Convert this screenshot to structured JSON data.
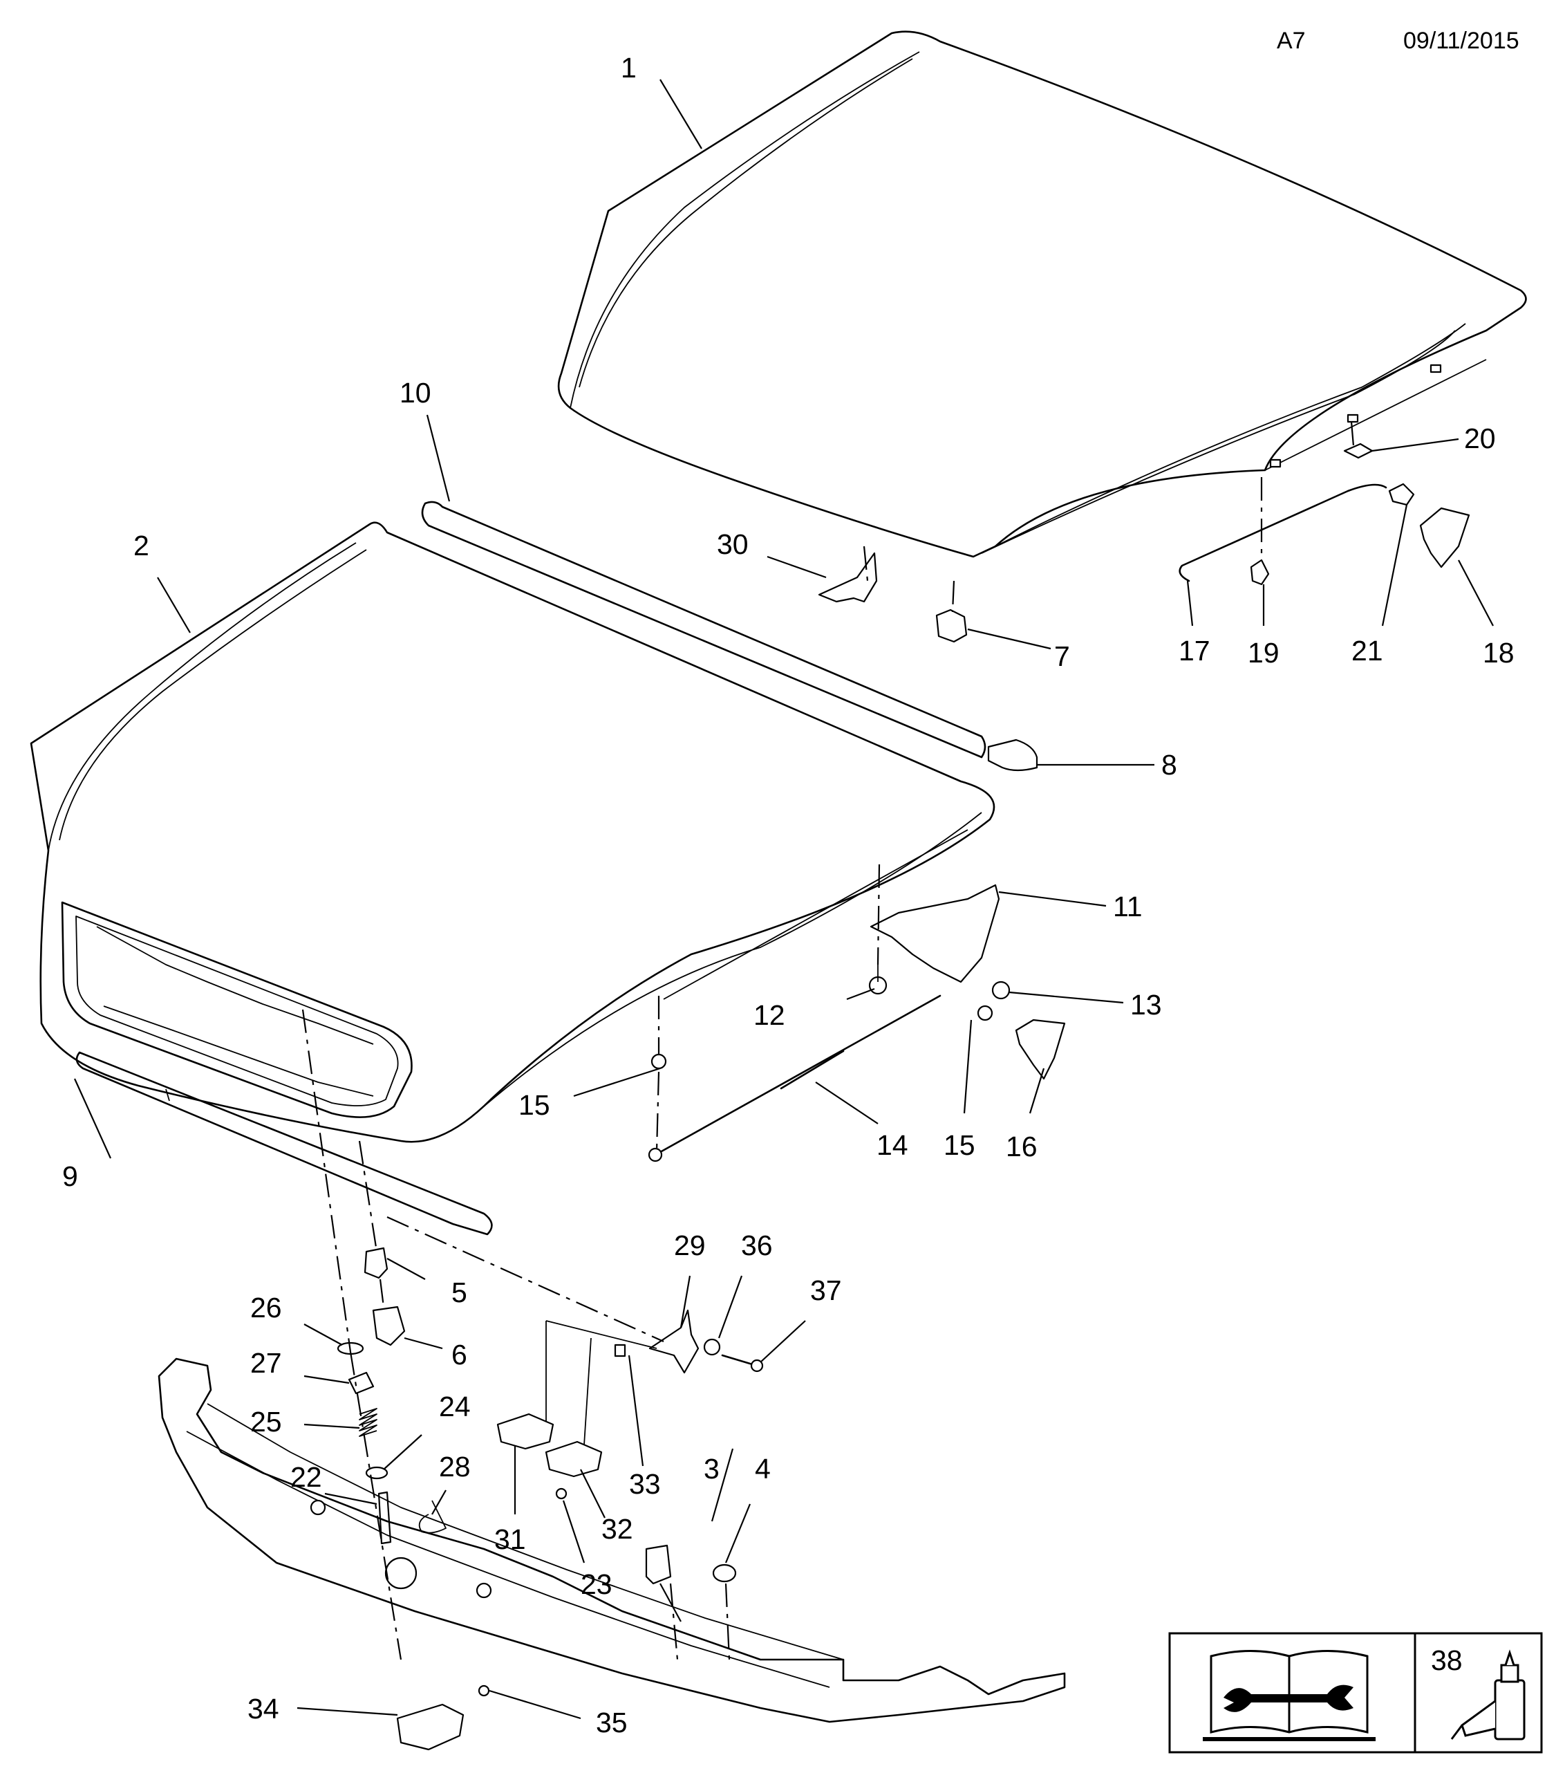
{
  "header": {
    "code": "A7",
    "date": "09/11/2015"
  },
  "callouts": [
    {
      "id": "c1",
      "label": "1"
    },
    {
      "id": "c2",
      "label": "2"
    },
    {
      "id": "c3",
      "label": "3"
    },
    {
      "id": "c4",
      "label": "4"
    },
    {
      "id": "c5",
      "label": "5"
    },
    {
      "id": "c6",
      "label": "6"
    },
    {
      "id": "c7",
      "label": "7"
    },
    {
      "id": "c8",
      "label": "8"
    },
    {
      "id": "c9",
      "label": "9"
    },
    {
      "id": "c10",
      "label": "10"
    },
    {
      "id": "c11",
      "label": "11"
    },
    {
      "id": "c12",
      "label": "12"
    },
    {
      "id": "c13",
      "label": "13"
    },
    {
      "id": "c14",
      "label": "14"
    },
    {
      "id": "c15a",
      "label": "15"
    },
    {
      "id": "c15b",
      "label": "15"
    },
    {
      "id": "c16",
      "label": "16"
    },
    {
      "id": "c17",
      "label": "17"
    },
    {
      "id": "c18",
      "label": "18"
    },
    {
      "id": "c19",
      "label": "19"
    },
    {
      "id": "c20",
      "label": "20"
    },
    {
      "id": "c21",
      "label": "21"
    },
    {
      "id": "c22",
      "label": "22"
    },
    {
      "id": "c23",
      "label": "23"
    },
    {
      "id": "c24",
      "label": "24"
    },
    {
      "id": "c25",
      "label": "25"
    },
    {
      "id": "c26",
      "label": "26"
    },
    {
      "id": "c27",
      "label": "27"
    },
    {
      "id": "c28",
      "label": "28"
    },
    {
      "id": "c29",
      "label": "29"
    },
    {
      "id": "c30",
      "label": "30"
    },
    {
      "id": "c31",
      "label": "31"
    },
    {
      "id": "c32",
      "label": "32"
    },
    {
      "id": "c33",
      "label": "33"
    },
    {
      "id": "c34",
      "label": "34"
    },
    {
      "id": "c35",
      "label": "35"
    },
    {
      "id": "c36",
      "label": "36"
    },
    {
      "id": "c37",
      "label": "37"
    }
  ],
  "legend": {
    "manual_icon": "manual-wrench-icon",
    "adhesive_label": "38",
    "adhesive_icon": "adhesive-bottle-icon"
  }
}
